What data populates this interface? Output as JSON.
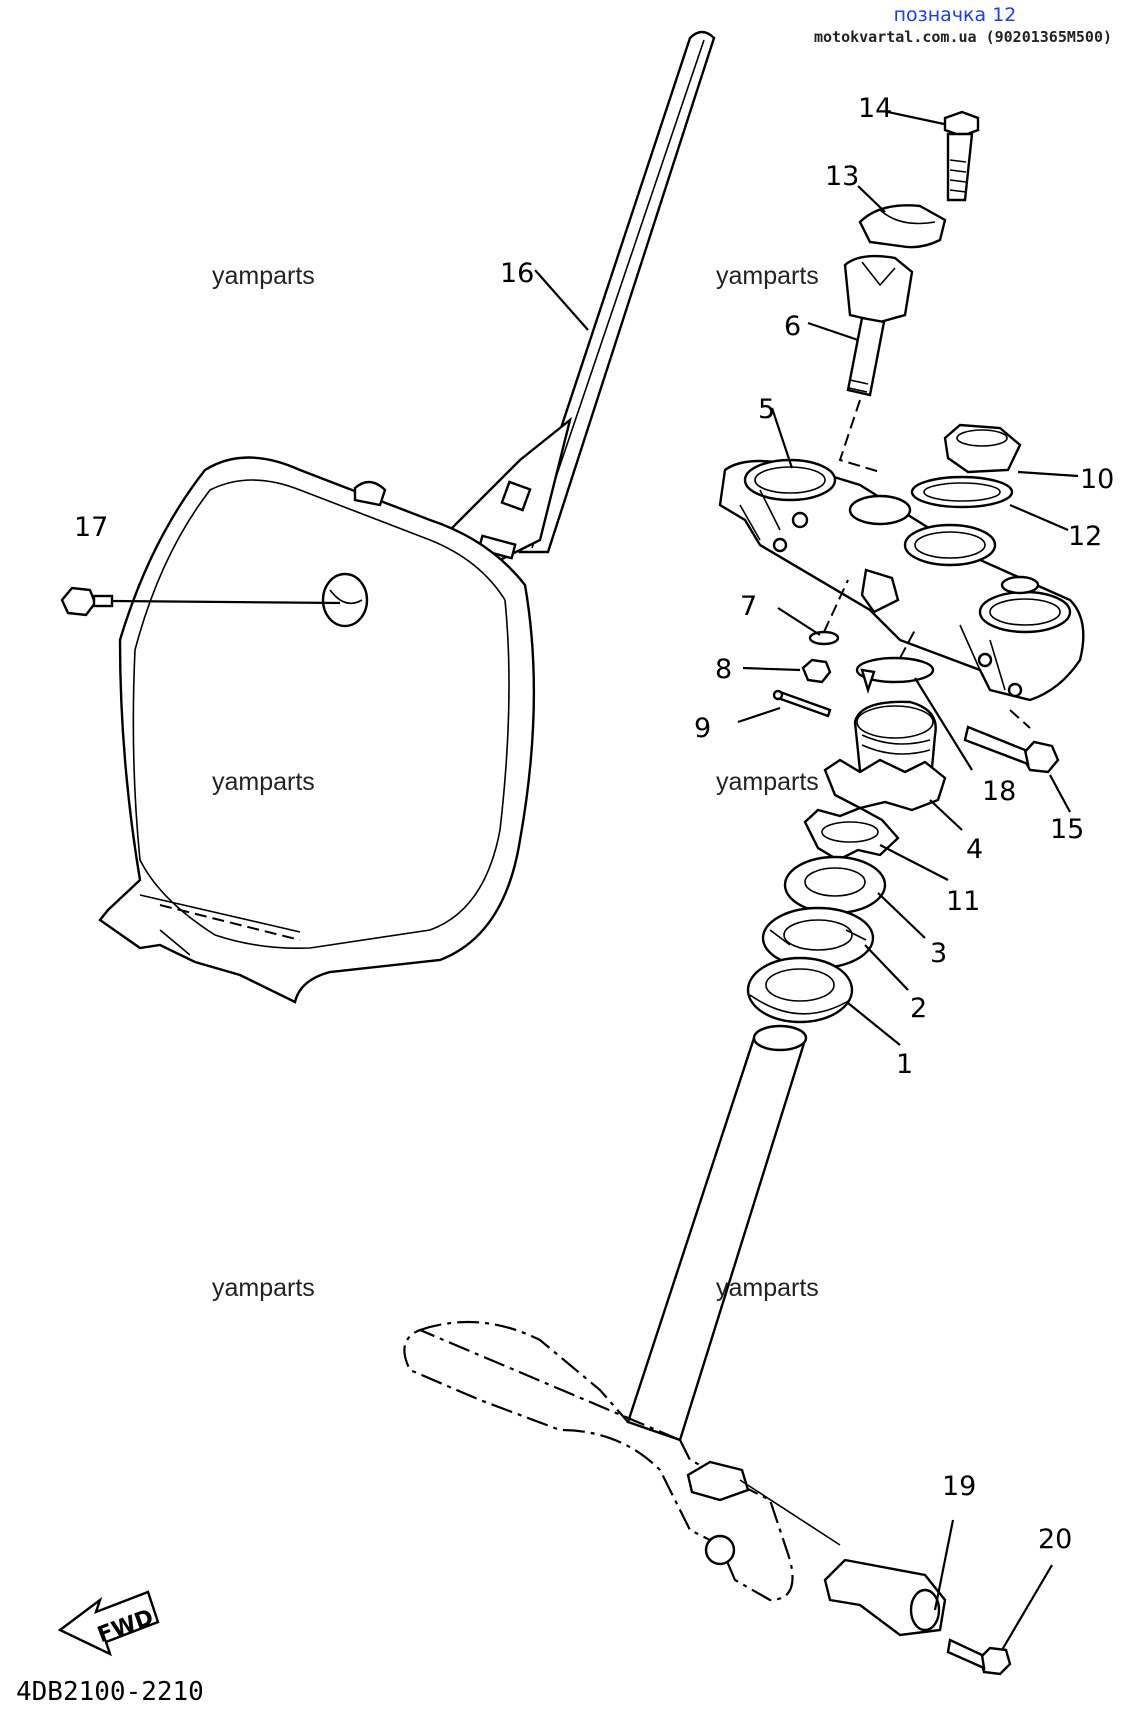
{
  "header": {
    "link_text": "позначка 12",
    "site_text": "motokvartal.com.ua (90201365M500)"
  },
  "watermarks": [
    "yamparts",
    "yamparts",
    "yamparts",
    "yamparts",
    "yamparts",
    "yamparts"
  ],
  "callouts": {
    "c1": "1",
    "c2": "2",
    "c3": "3",
    "c4": "4",
    "c5": "5",
    "c6": "6",
    "c7": "7",
    "c8": "8",
    "c9": "9",
    "c10": "10",
    "c11": "11",
    "c12": "12",
    "c13": "13",
    "c14": "14",
    "c15": "15",
    "c16": "16",
    "c17": "17",
    "c18": "18",
    "c19": "19",
    "c20": "20"
  },
  "fwd_label": "FWD",
  "diagram_code": "4DB2100-2210"
}
